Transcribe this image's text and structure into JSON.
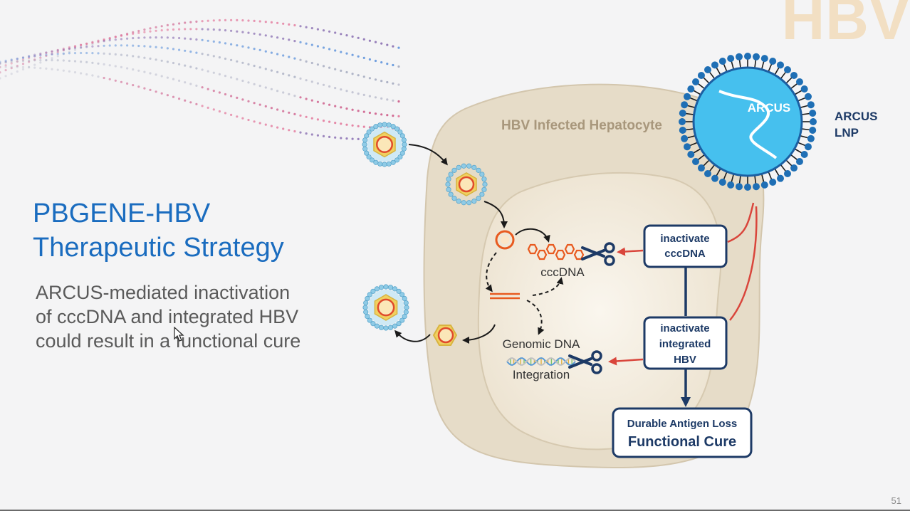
{
  "watermark": "HBV",
  "title": {
    "line1": "PBGENE-HBV",
    "line2": "Therapeutic Strategy"
  },
  "body": {
    "line1": "ARCUS-mediated inactivation",
    "line2": "of cccDNA and integrated HBV",
    "line3": "could result in a functional cure"
  },
  "diagram": {
    "cell_label": "HBV Infected Hepatocyte",
    "lnp_inner_label": "ARCUS",
    "lnp_label_line1": "ARCUS",
    "lnp_label_line2": "LNP",
    "cccdna_label": "cccDNA",
    "genomic_label": "Genomic DNA",
    "integration_label": "Integration",
    "box1": {
      "line1": "inactivate",
      "line2": "cccDNA"
    },
    "box2": {
      "line1": "inactivate",
      "line2": "integrated",
      "line3": "HBV"
    },
    "box3": {
      "line1": "Durable Antigen Loss",
      "line2": "Functional Cure"
    }
  },
  "slide_number": "51",
  "colors": {
    "title_blue": "#1a6cbf",
    "navy": "#1d3a66",
    "arrow_red": "#d9453b",
    "lnp_blue": "#46c0ee",
    "lnp_dot": "#1f6fb5",
    "cell_tan": "#e6dcc8",
    "nucleus": "#f3ede2",
    "watermark": "#f2dfc3"
  }
}
